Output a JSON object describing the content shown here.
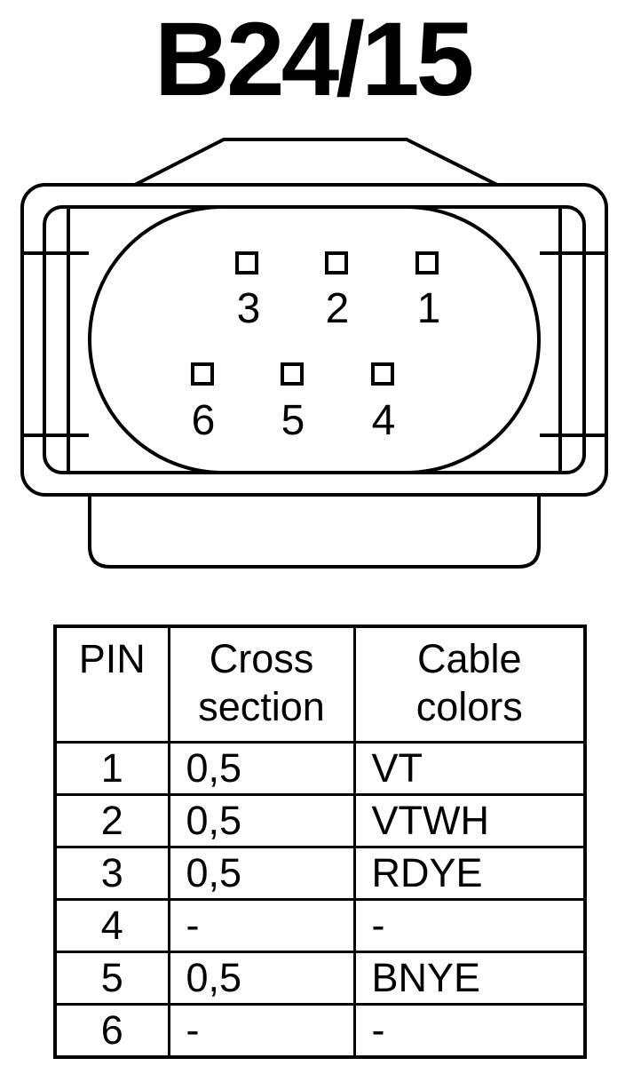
{
  "title": "B24/15",
  "connector": {
    "pin_labels": [
      "1",
      "2",
      "3",
      "4",
      "5",
      "6"
    ]
  },
  "table": {
    "headers": {
      "pin": "PIN",
      "cross_section": [
        "Cross",
        "section"
      ],
      "cable_colors": [
        "Cable",
        "colors"
      ]
    },
    "rows": [
      {
        "pin": "1",
        "cross_section": "0,5",
        "color": "VT"
      },
      {
        "pin": "2",
        "cross_section": "0,5",
        "color": "VTWH"
      },
      {
        "pin": "3",
        "cross_section": "0,5",
        "color": "RDYE"
      },
      {
        "pin": "4",
        "cross_section": "-",
        "color": "-"
      },
      {
        "pin": "5",
        "cross_section": "0,5",
        "color": "BNYE"
      },
      {
        "pin": "6",
        "cross_section": "-",
        "color": "-"
      }
    ]
  }
}
